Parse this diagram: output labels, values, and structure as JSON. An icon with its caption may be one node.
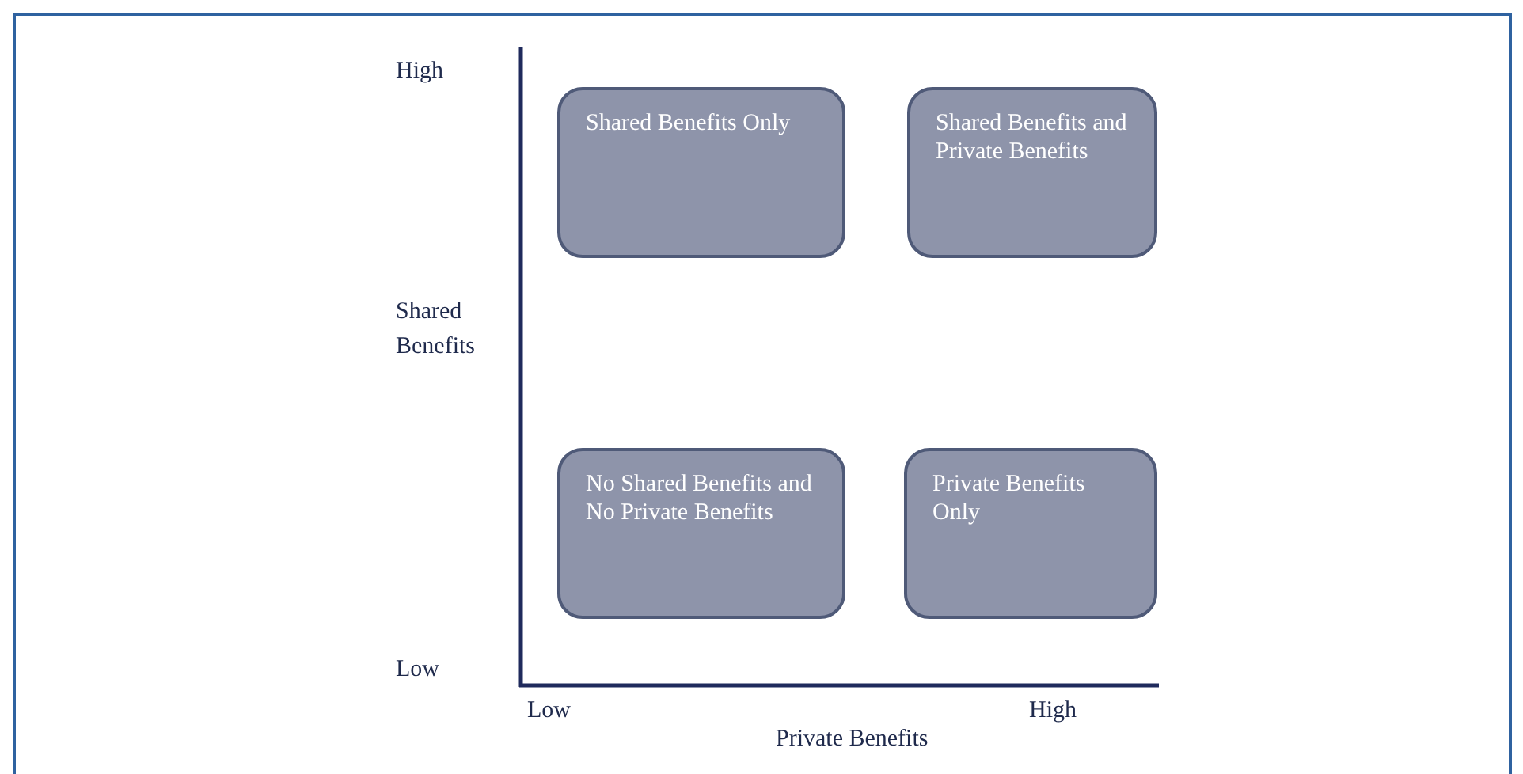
{
  "diagram": {
    "nodes": [
      {
        "text": [
          "Shared Benefits Only"
        ]
      },
      {
        "text": [
          "Shared Benefits and Private Benefits"
        ]
      },
      {
        "text": [
          "No Shared Benefits and No Private Benefits"
        ]
      },
      {
        "text": [
          "Private Benefits Only"
        ]
      }
    ],
    "labels": [
      "High",
      "Shared Benefits",
      "Low",
      "Low",
      "High",
      "Private Benefits"
    ]
  }
}
